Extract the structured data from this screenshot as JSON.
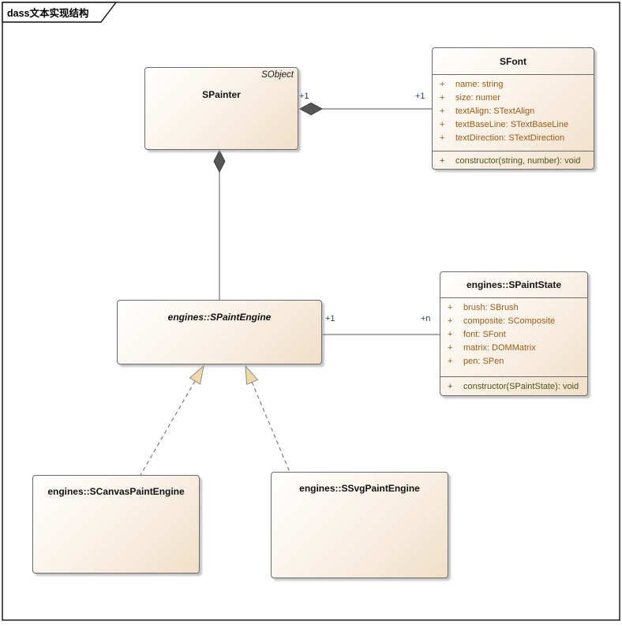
{
  "frame": {
    "title": "dass文本实现结构"
  },
  "classes": {
    "spainter": {
      "name": "SPainter",
      "parent_label": "SObject"
    },
    "sfont": {
      "name": "SFont",
      "attributes": [
        {
          "vis": "+",
          "text": "name: string"
        },
        {
          "vis": "+",
          "text": "size: numer"
        },
        {
          "vis": "+",
          "text": "textAlign: STextAlign"
        },
        {
          "vis": "+",
          "text": "textBaseLine: STextBaseLine"
        },
        {
          "vis": "+",
          "text": "textDirection: STextDirection"
        }
      ],
      "operations": [
        {
          "vis": "+",
          "text": "constructor(string, number): void"
        }
      ]
    },
    "spaintengine": {
      "name": "engines::SPaintEngine"
    },
    "spaintstate": {
      "name": "engines::SPaintState",
      "attributes": [
        {
          "vis": "+",
          "text": "brush: SBrush"
        },
        {
          "vis": "+",
          "text": "composite: SComposite"
        },
        {
          "vis": "+",
          "text": "font: SFont"
        },
        {
          "vis": "+",
          "text": "matrix: DOMMatrix"
        },
        {
          "vis": "+",
          "text": "pen: SPen"
        }
      ],
      "operations": [
        {
          "vis": "+",
          "text": "constructor(SPaintState): void"
        }
      ]
    },
    "scanvaspaintengine": {
      "name": "engines::SCanvasPaintEngine"
    },
    "ssvgpaintengine": {
      "name": "engines::SSvgPaintEngine"
    }
  },
  "connectors": {
    "spainter_sfont": {
      "mult_near_spainter": "+1",
      "mult_near_sfont": "+1"
    },
    "spaintengine_spaintstate": {
      "mult_near_spaintengine": "+1",
      "mult_near_spaintstate": "+n"
    }
  },
  "colors": {
    "class_fill_start": "#FFFFFF",
    "class_fill_end": "#F1DFC8",
    "class_border": "#6B6B6B",
    "attribute_text": "#9C5A14",
    "operation_text": "#4A5619",
    "multiplicity_text": "#2A4365",
    "connector_line": "#757575",
    "diamond_fill": "#565656",
    "triangle_fill": "#F2D8A7",
    "frame_border": "#000000"
  }
}
